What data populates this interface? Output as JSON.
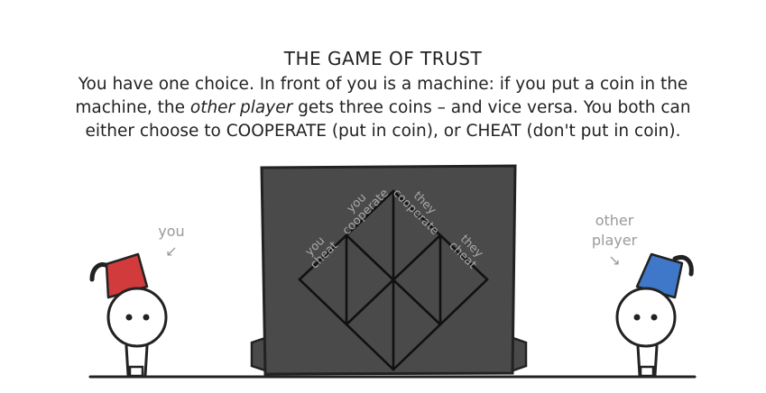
{
  "header": {
    "title": "THE GAME OF TRUST",
    "intro": {
      "part1": "You have one choice. In front of you is a machine: if you put a coin in the machine, the ",
      "emph": "other player",
      "part2": " gets three coins – and vice versa. You both can either choose to COOPERATE (put in coin), or CHEAT (don't put in coin)."
    }
  },
  "machine": {
    "labels": {
      "you_cheat": "you cheat",
      "you_cooperate": "you cooperate",
      "they_cooperate": "they cooperate",
      "they_cheat": "they cheat"
    }
  },
  "players": {
    "left": {
      "label": "you",
      "arrow": "↙",
      "hat_color": "#d13b3b"
    },
    "right": {
      "label_line1": "other",
      "label_line2": "player",
      "arrow": "↘",
      "hat_color": "#3f78c9"
    }
  },
  "colors": {
    "machine": "#4a4a4a",
    "grid_line": "#111111",
    "label_gray": "#9a9a9a"
  }
}
